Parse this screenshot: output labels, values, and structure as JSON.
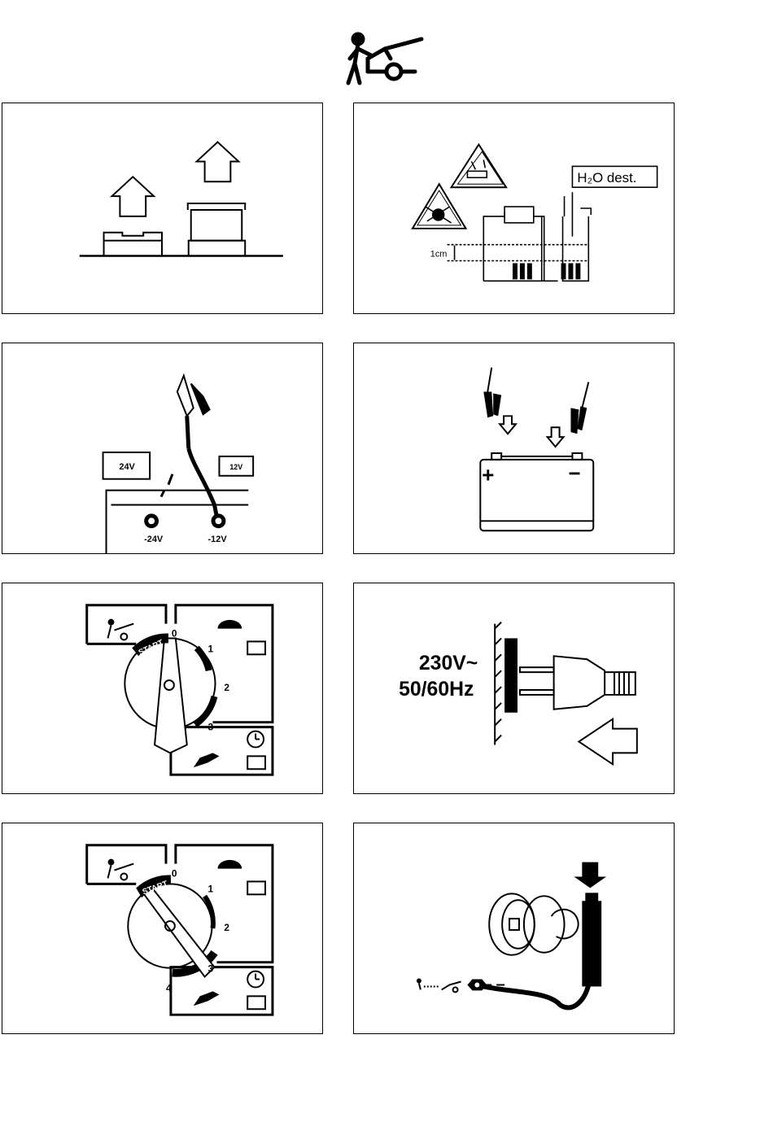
{
  "header": {
    "icon": "mechanic-car-icon"
  },
  "panels": {
    "battery_caps": {
      "icon": "remove-caps-icon"
    },
    "electrolyte": {
      "water_label": "H₂O dest.",
      "level_label": "1cm",
      "warning_icons": [
        "corrosive-warning-icon",
        "explosive-warning-icon"
      ]
    },
    "voltage_select": {
      "battery_24": "24V",
      "battery_12": "12V",
      "socket_24": "-24V",
      "socket_12": "-12V"
    },
    "clamp_connect": {
      "plus": "+",
      "minus": "−"
    },
    "switch_a": {
      "start_label": "START",
      "pos_0": "0",
      "pos_1": "1",
      "pos_2": "2",
      "pos_3": "3"
    },
    "mains": {
      "voltage": "230V~",
      "frequency": "50/60Hz"
    },
    "switch_b": {
      "start_label": "START",
      "pos_0": "0",
      "pos_1": "1",
      "pos_2": "2",
      "pos_3": "3",
      "pos_4": "4"
    },
    "timer_knob": {
      "icon": "timer-knob-icon"
    }
  }
}
